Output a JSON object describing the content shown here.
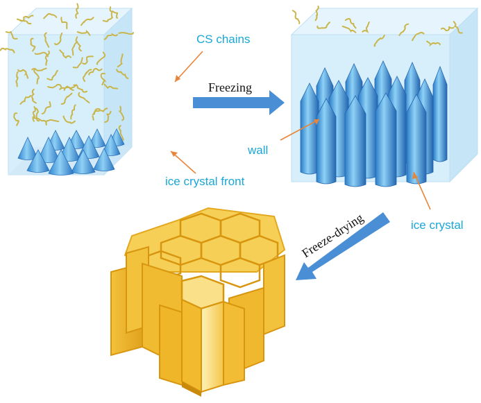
{
  "labels": {
    "cs_chains": "CS chains",
    "freezing": "Freezing",
    "ice_crystal_front": "ice crystal front",
    "wall": "wall",
    "ice_crystal": "ice crystal",
    "freeze_drying": "Freeze-drying"
  },
  "colors": {
    "label_blue": "#1aa7d8",
    "leader_orange": "#e8853a",
    "arrow_blue": "#4a8fd6",
    "ice_blue": "#4aa8e6",
    "box_tint": "#d7eefb",
    "chain_yellow": "#c9b54a",
    "honeycomb_gold": "#f0b82e"
  },
  "icons": [
    "cone-ice-crystal",
    "pillar-ice-crystal",
    "polymer-chain",
    "honeycomb-scaffold",
    "process-arrow"
  ]
}
